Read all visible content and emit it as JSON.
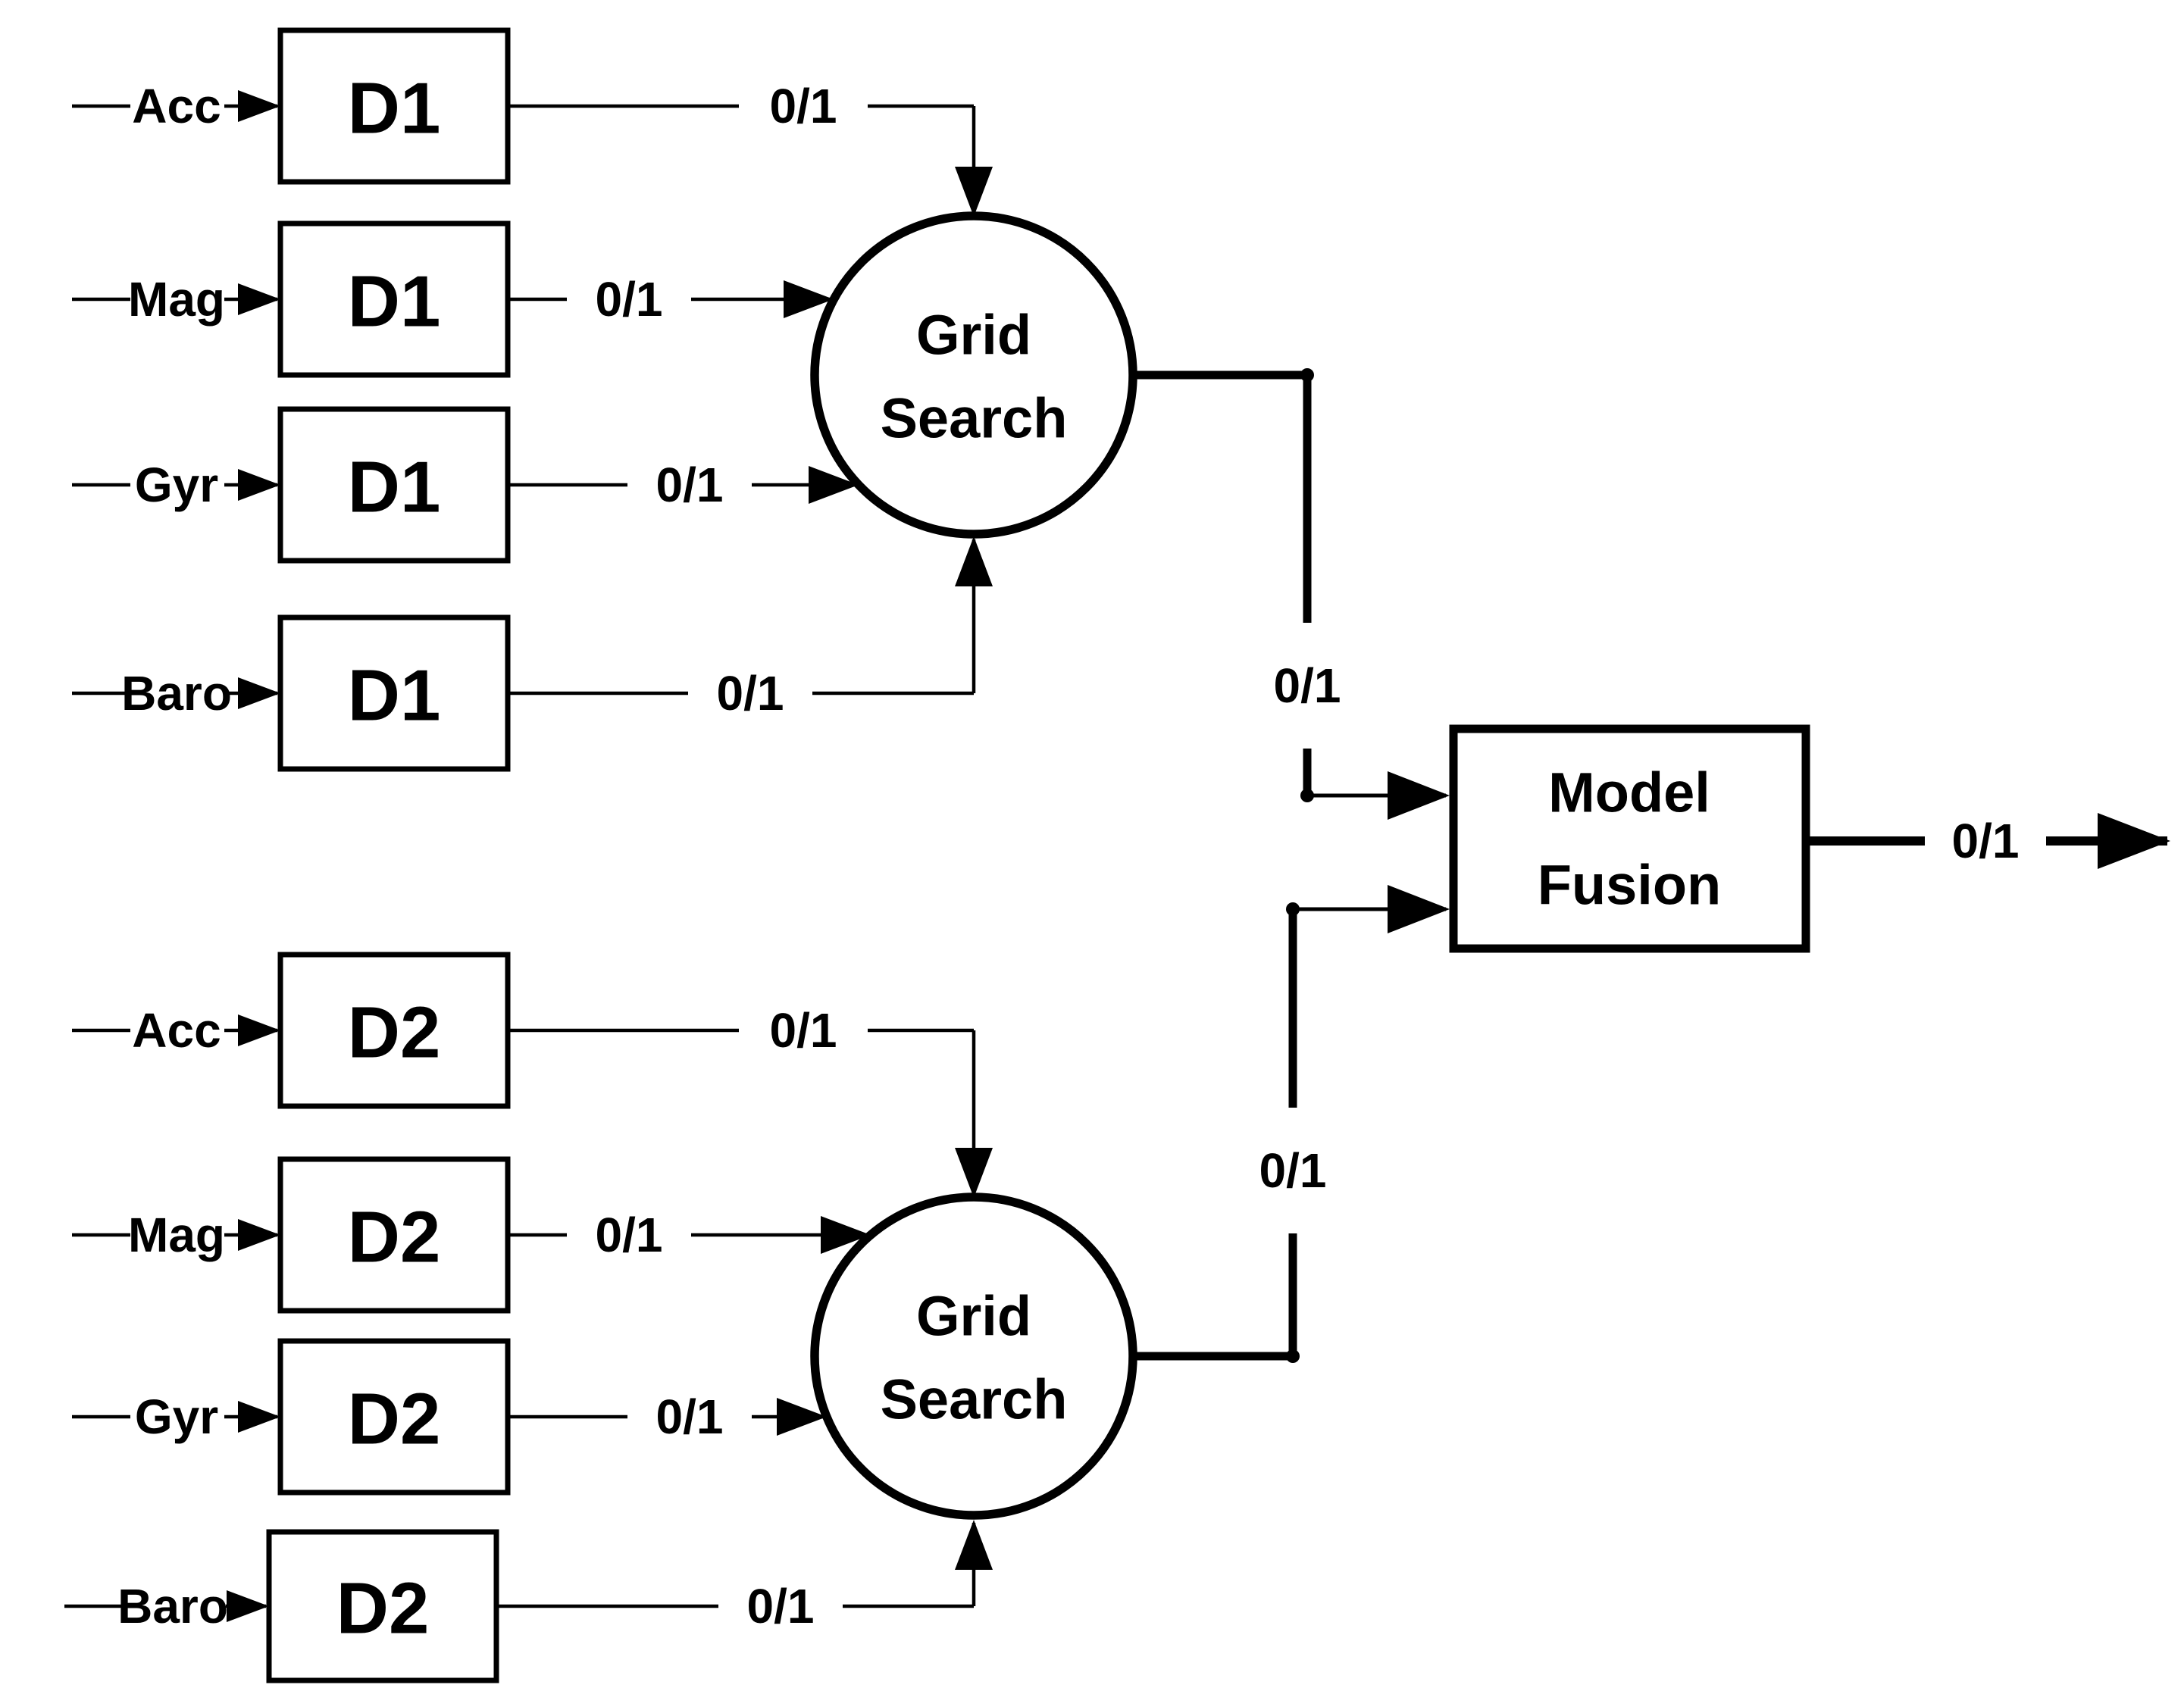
{
  "diagram": {
    "background": "#ffffff",
    "stroke_color": "#000000",
    "pipelines": [
      {
        "device": "D1",
        "inputs": [
          {
            "sensor": "Acc",
            "signal": "0/1"
          },
          {
            "sensor": "Mag",
            "signal": "0/1"
          },
          {
            "sensor": "Gyr",
            "signal": "0/1"
          },
          {
            "sensor": "Baro",
            "signal": "0/1"
          }
        ],
        "node": {
          "line1": "Grid",
          "line2": "Search"
        },
        "link_signal": "0/1"
      },
      {
        "device": "D2",
        "inputs": [
          {
            "sensor": "Acc",
            "signal": "0/1"
          },
          {
            "sensor": "Mag",
            "signal": "0/1"
          },
          {
            "sensor": "Gyr",
            "signal": "0/1"
          },
          {
            "sensor": "Baro",
            "signal": "0/1"
          }
        ],
        "node": {
          "line1": "Grid",
          "line2": "Search"
        },
        "link_signal": "0/1"
      }
    ],
    "fusion": {
      "line1": "Model",
      "line2": "Fusion",
      "output_signal": "0/1"
    }
  }
}
